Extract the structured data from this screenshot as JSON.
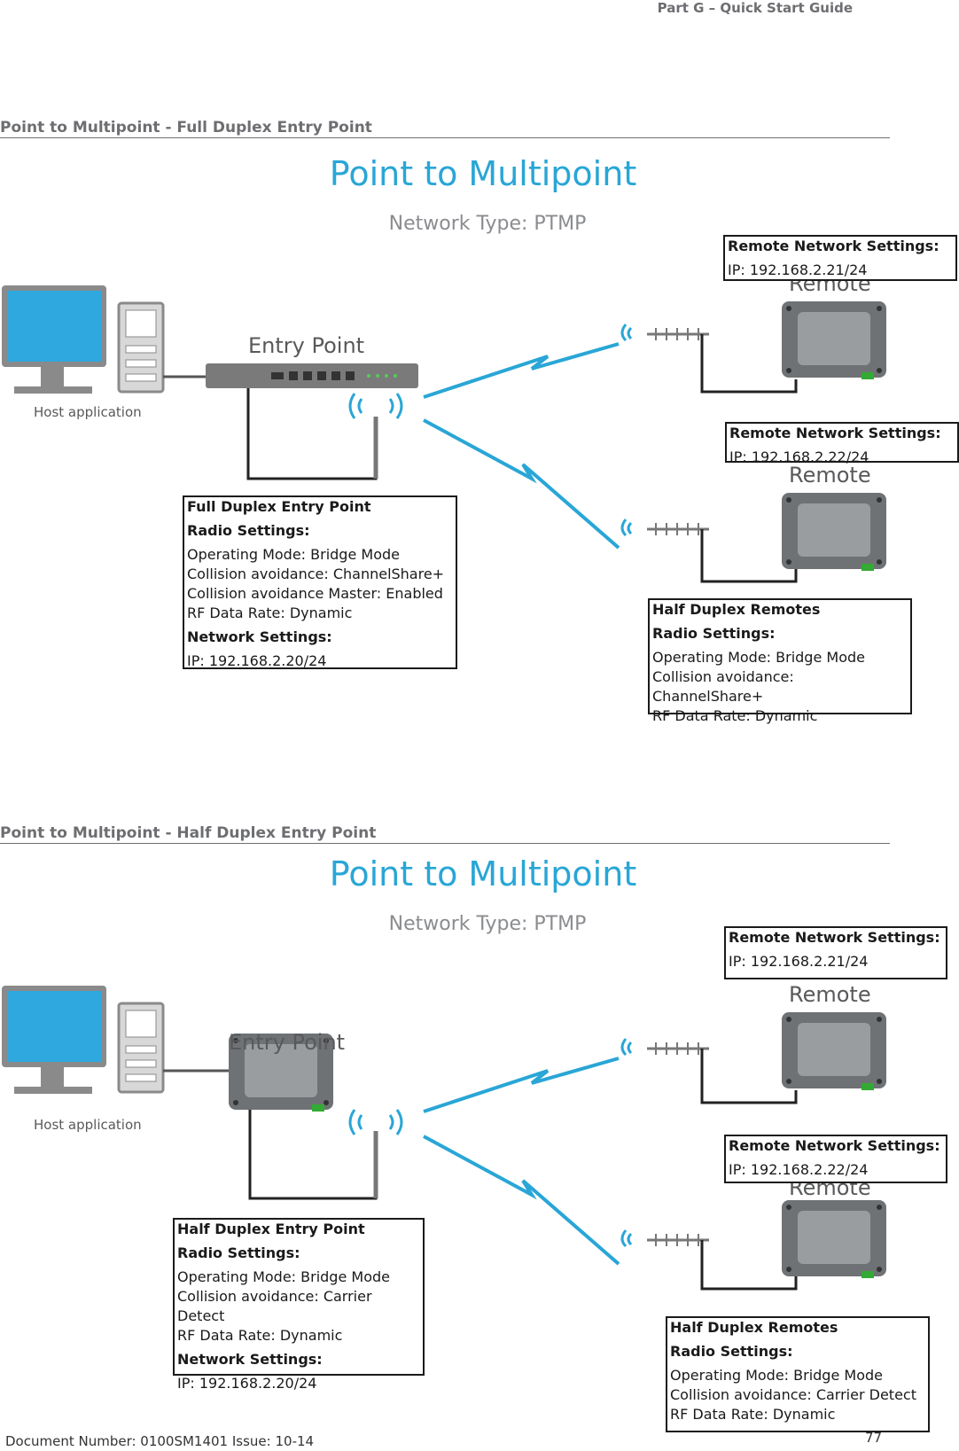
{
  "header": {
    "guide": "Part G – Quick Start Guide"
  },
  "sections": [
    {
      "heading": "Point to Multipoint - Full Duplex Entry Point",
      "title": "Point to Multipoint",
      "subtitle": "Network Type: PTMP",
      "host_label": "Host application",
      "entry_label": "Entry Point",
      "remote_label": "Remote",
      "remote1": {
        "title": "Remote Network Settings:",
        "ip": "IP: 192.168.2.21/24"
      },
      "remote2": {
        "title": "Remote Network Settings:",
        "ip": "IP: 192.168.2.22/24"
      },
      "entry_box": {
        "title": "Full Duplex Entry Point",
        "radio_heading": "Radio Settings:",
        "lines": [
          "Operating Mode: Bridge Mode",
          "Collision avoidance: ChannelShare+",
          "Collision avoidance Master: Enabled",
          "RF Data Rate: Dynamic"
        ],
        "network_heading": "Network Settings:",
        "ip": "IP: 192.168.2.20/24"
      },
      "remotes_box": {
        "title": "Half Duplex Remotes",
        "radio_heading": "Radio Settings:",
        "lines": [
          "Operating Mode: Bridge Mode",
          "Collision avoidance: ChannelShare+",
          "RF Data Rate: Dynamic"
        ]
      }
    },
    {
      "heading": "Point to Multipoint - Half Duplex Entry Point",
      "title": "Point to Multipoint",
      "subtitle": "Network Type: PTMP",
      "host_label": "Host application",
      "entry_label": "Entry Point",
      "remote_label": "Remote",
      "remote1": {
        "title": "Remote Network Settings:",
        "ip": "IP: 192.168.2.21/24"
      },
      "remote2": {
        "title": "Remote Network Settings:",
        "ip": "IP: 192.168.2.22/24"
      },
      "entry_box": {
        "title": "Half Duplex Entry Point",
        "radio_heading": "Radio Settings:",
        "lines": [
          "Operating Mode: Bridge Mode",
          "Collision avoidance: Carrier Detect",
          "RF Data Rate: Dynamic"
        ],
        "network_heading": "Network Settings:",
        "ip": "IP: 192.168.2.20/24"
      },
      "remotes_box": {
        "title": "Half Duplex Remotes",
        "radio_heading": "Radio Settings:",
        "lines": [
          "Operating Mode: Bridge Mode",
          "Collision avoidance: Carrier Detect",
          "RF Data Rate: Dynamic"
        ]
      }
    }
  ],
  "footer": {
    "document": "Document Number: 0100SM1401   Issue: 10-14",
    "page": "77"
  }
}
